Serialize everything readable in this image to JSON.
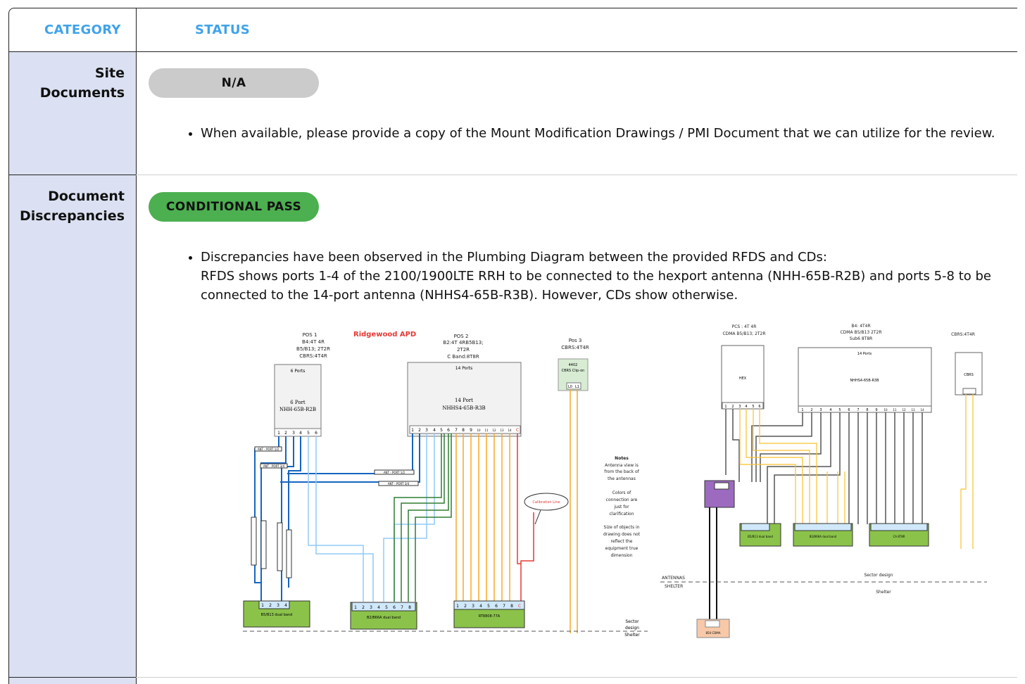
{
  "header": {
    "category": "CATEGORY",
    "status": "STATUS"
  },
  "rows": [
    {
      "category_line1": "Site",
      "category_line2": "Documents",
      "status": "N/A",
      "note": "When available, please provide a copy of the Mount Modification Drawings / PMI Document that we can utilize for the review."
    },
    {
      "category_line1": "Document",
      "category_line2": "Discrepancies",
      "status": "CONDITIONAL PASS",
      "note_line1": "Discrepancies have been observed in the Plumbing Diagram between the provided RFDS and CDs:",
      "note_line2": "RFDS shows ports 1-4 of the 2100/1900LTE RRH to be connected to the hexport antenna (NHH-65B-R2B) and ports 5-8 to be connected to the 14-port antenna (NHHS4-65B-R3B). However, CDs show otherwise."
    }
  ],
  "colors": {
    "header_text": "#3fa3ea",
    "category_bg": "#dbe1f2",
    "na_pill": "#cbcbcb",
    "pass_pill": "#4caf50"
  },
  "diagram_left": {
    "title": "Ridgewood APD",
    "pos1": [
      "POS 1",
      "B4:4T 4R",
      "B5/B13; 2T2R",
      "CBRS:4T4R"
    ],
    "pos2": [
      "POS 2",
      "B2:4T 4RB5B13;",
      "2T2R",
      "C Band:8T8R"
    ],
    "pos3": [
      "Pos 3",
      "CBRS:4T4R"
    ],
    "ant1_top": "6 Ports",
    "ant1_name": [
      "6 Port",
      "NHH-65B-R2B"
    ],
    "ant2_top": "14 Ports",
    "ant2_name": [
      "14 Port",
      "NHHS4-65B-R3B"
    ],
    "cbrs_box": [
      "4402",
      "CBRS Clip-on"
    ],
    "cbrs_ports": [
      "L0",
      "L1"
    ],
    "calibration": "Calibration Line",
    "notes": [
      "Notes",
      "Antenna view is",
      "from the back of",
      "the antennas",
      "",
      "Colors of",
      "connection are",
      "just for",
      "clarification",
      "",
      "Size of objects in",
      "drawing does not",
      "reflect the",
      "equipment true",
      "dimension"
    ],
    "rrh1": "B5/B13 dual band",
    "rrh2": "B2/B66A dual band",
    "rrh3": "RT8808-77A",
    "sector": [
      "Sector",
      "design"
    ],
    "shelter": "Shelter",
    "jumpers": [
      "ANT - PORT 1/2",
      "ANT - PORT 3/4",
      "ANT - PORT 1/2",
      "ANT - PORT 3/4"
    ]
  },
  "diagram_right": {
    "pcs": [
      "PCS : 4T 4R",
      "CDMA B5/B13; 2T2R"
    ],
    "b4": [
      "B4: 4T4R",
      "CDMA B5/B13 2T2R",
      "Sub6 8T8R"
    ],
    "cbrs": "CBRS:4T4R",
    "hex": "HEX",
    "ports14": "14 Ports",
    "ant14": "NHHS4-65B-R3B",
    "cbrs_box": "CBRS",
    "rrh1": "B5/B13 dual band",
    "rrh2": "B2/B66A dual band",
    "rrh3": "CA 8T8R",
    "cdma": "850 CDMA",
    "antennas": "ANTENNAS",
    "shelter_lbl": "SHELTER",
    "sector_design": "Sector design",
    "shelter": "Shelter"
  }
}
